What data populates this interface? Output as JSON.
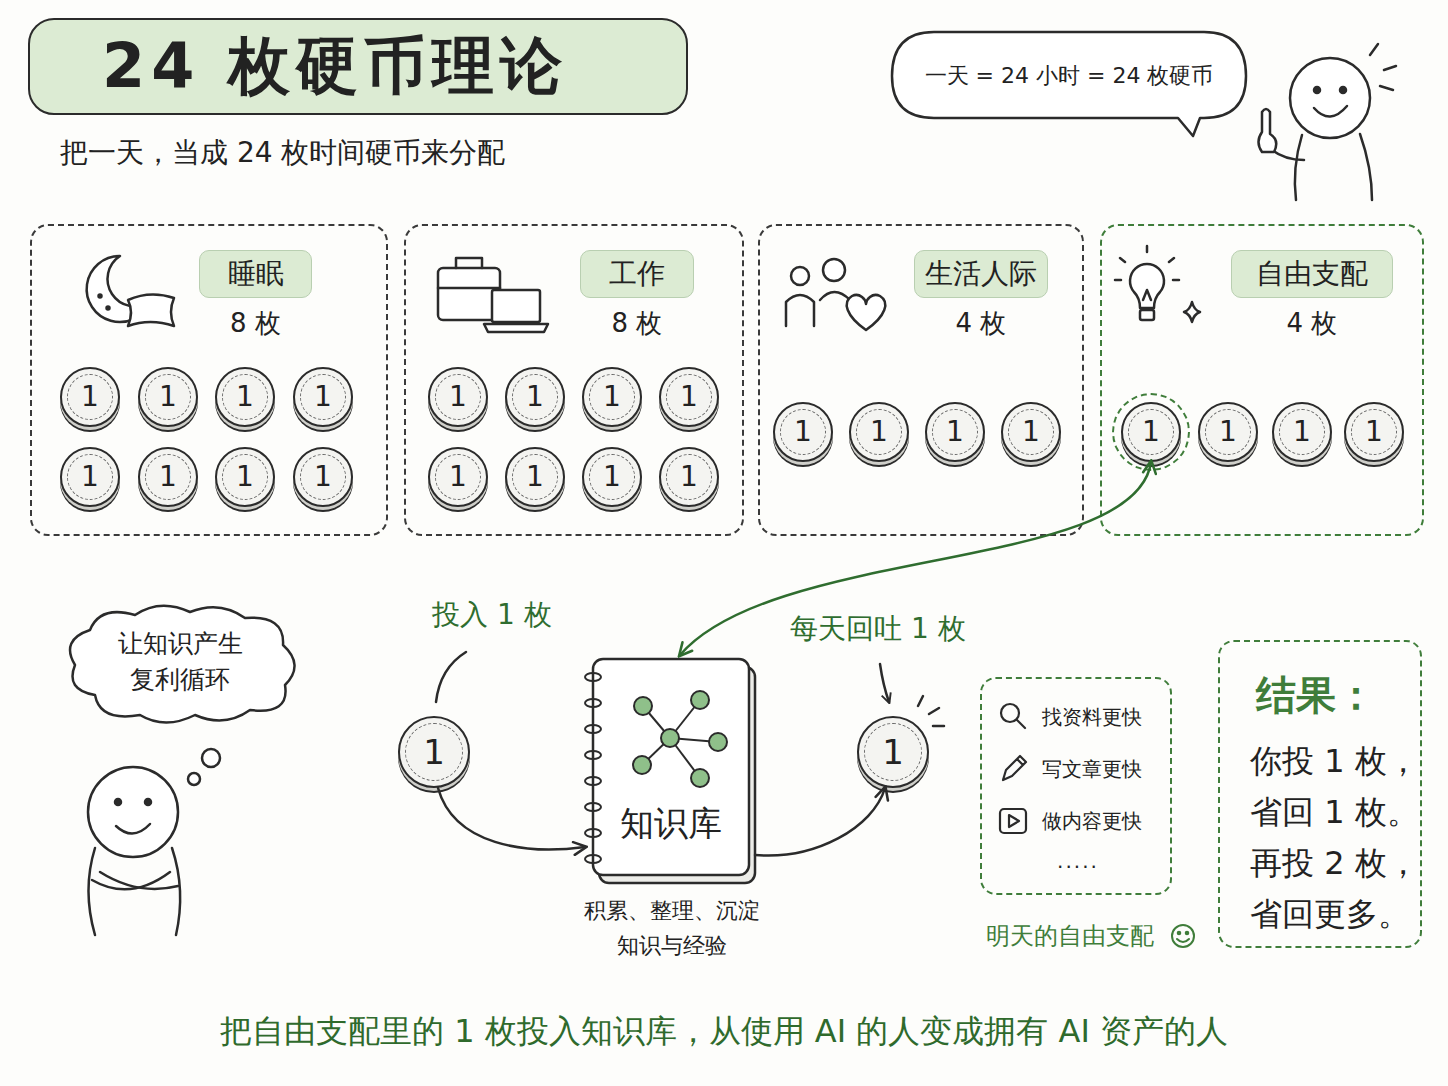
{
  "diagram": {
    "title": "24 枚硬币理论",
    "caption": "把自由支配里的 1 枚投入知识库，从使用 AI 的人变成拥有 AI 资产的人",
    "nodes": [
      {
        "text": [
          "一天 = 24 小时 = 24 枚硬币"
        ]
      },
      {
        "text": [
          "睡眠",
          "8 枚"
        ]
      },
      {
        "text": [
          "1"
        ],
        "in": 1
      },
      {
        "text": [
          "1"
        ],
        "in": 1
      },
      {
        "text": [
          "1"
        ],
        "in": 1
      },
      {
        "text": [
          "1"
        ],
        "in": 1
      },
      {
        "text": [
          "1"
        ],
        "in": 1
      },
      {
        "text": [
          "1"
        ],
        "in": 1
      },
      {
        "text": [
          "1"
        ],
        "in": 1
      },
      {
        "text": [
          "1"
        ],
        "in": 1
      },
      {
        "text": [
          "工作",
          "8 枚"
        ]
      },
      {
        "text": [
          "1"
        ],
        "in": 10
      },
      {
        "text": [
          "1"
        ],
        "in": 10
      },
      {
        "text": [
          "1"
        ],
        "in": 10
      },
      {
        "text": [
          "1"
        ],
        "in": 10
      },
      {
        "text": [
          "1"
        ],
        "in": 10
      },
      {
        "text": [
          "1"
        ],
        "in": 10
      },
      {
        "text": [
          "1"
        ],
        "in": 10
      },
      {
        "text": [
          "1"
        ],
        "in": 10
      },
      {
        "text": [
          "生活人际",
          "4 枚"
        ]
      },
      {
        "text": [
          "1"
        ],
        "in": 19
      },
      {
        "text": [
          "1"
        ],
        "in": 19
      },
      {
        "text": [
          "1"
        ],
        "in": 19
      },
      {
        "text": [
          "1"
        ],
        "in": 19
      },
      {
        "text": [
          "自由支配",
          "4 枚"
        ]
      },
      {
        "text": [
          "1"
        ],
        "in": 24
      },
      {
        "text": [
          "1"
        ],
        "in": 24
      },
      {
        "text": [
          "1"
        ],
        "in": 24
      },
      {
        "text": [
          "1"
        ],
        "in": 24
      },
      {
        "text": [
          "让知识产生 复利循环"
        ]
      },
      {
        "text": [
          "1"
        ]
      },
      {
        "text": [
          "知识库"
        ]
      },
      {
        "text": [
          "1"
        ]
      },
      {
        "text": [
          "找资料更快",
          "写文章更快",
          "做内容更快",
          ".....",
          "明天的自由支配"
        ]
      },
      {
        "text": [
          "结果：",
          "你投 1 枚， 省回 1 枚。 再投 2 枚， 省回更多。"
        ]
      }
    ],
    "edges": [
      {
        "from": 25,
        "to": 31,
        "arrow": "both"
      },
      {
        "from": 30,
        "to": 31,
        "label": "投入 1 枚",
        "arrow": "to"
      },
      {
        "from": 31,
        "to": 32,
        "label": "每天回吐 1 枚",
        "arrow": "to"
      }
    ],
    "labels": [
      "把一天，当成 24 枚时间硬币来分配",
      "积累、整理、沉淀 知识与经验"
    ]
  }
}
